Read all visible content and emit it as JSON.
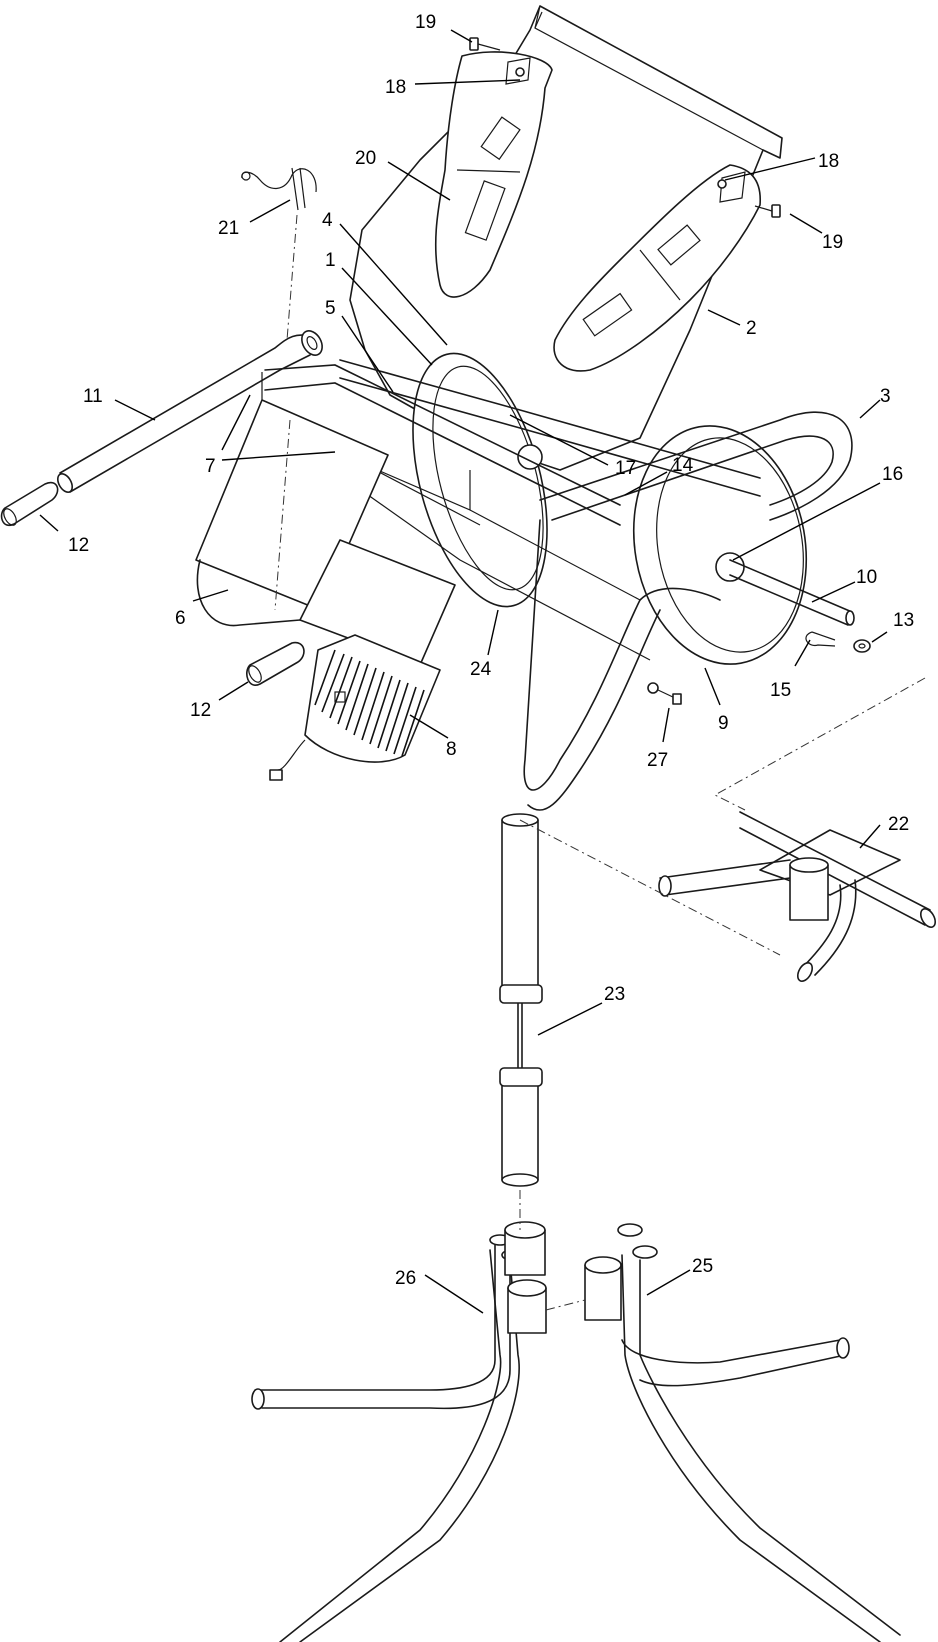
{
  "diagram": {
    "callouts": [
      {
        "id": "c19a",
        "label": "19"
      },
      {
        "id": "c18a",
        "label": "18"
      },
      {
        "id": "c20",
        "label": "20"
      },
      {
        "id": "c18b",
        "label": "18"
      },
      {
        "id": "c19b",
        "label": "19"
      },
      {
        "id": "c21",
        "label": "21"
      },
      {
        "id": "c4",
        "label": "4"
      },
      {
        "id": "c1",
        "label": "1"
      },
      {
        "id": "c2",
        "label": "2"
      },
      {
        "id": "c5",
        "label": "5"
      },
      {
        "id": "c3",
        "label": "3"
      },
      {
        "id": "c11",
        "label": "11"
      },
      {
        "id": "c7",
        "label": "7"
      },
      {
        "id": "c17",
        "label": "17"
      },
      {
        "id": "c14",
        "label": "14"
      },
      {
        "id": "c16",
        "label": "16"
      },
      {
        "id": "c12a",
        "label": "12"
      },
      {
        "id": "c6",
        "label": "6"
      },
      {
        "id": "c10",
        "label": "10"
      },
      {
        "id": "c13",
        "label": "13"
      },
      {
        "id": "c24",
        "label": "24"
      },
      {
        "id": "c15",
        "label": "15"
      },
      {
        "id": "c12b",
        "label": "12"
      },
      {
        "id": "c9",
        "label": "9"
      },
      {
        "id": "c8",
        "label": "8"
      },
      {
        "id": "c27",
        "label": "27"
      },
      {
        "id": "c22",
        "label": "22"
      },
      {
        "id": "c23",
        "label": "23"
      },
      {
        "id": "c26",
        "label": "26"
      },
      {
        "id": "c25",
        "label": "25"
      }
    ]
  }
}
